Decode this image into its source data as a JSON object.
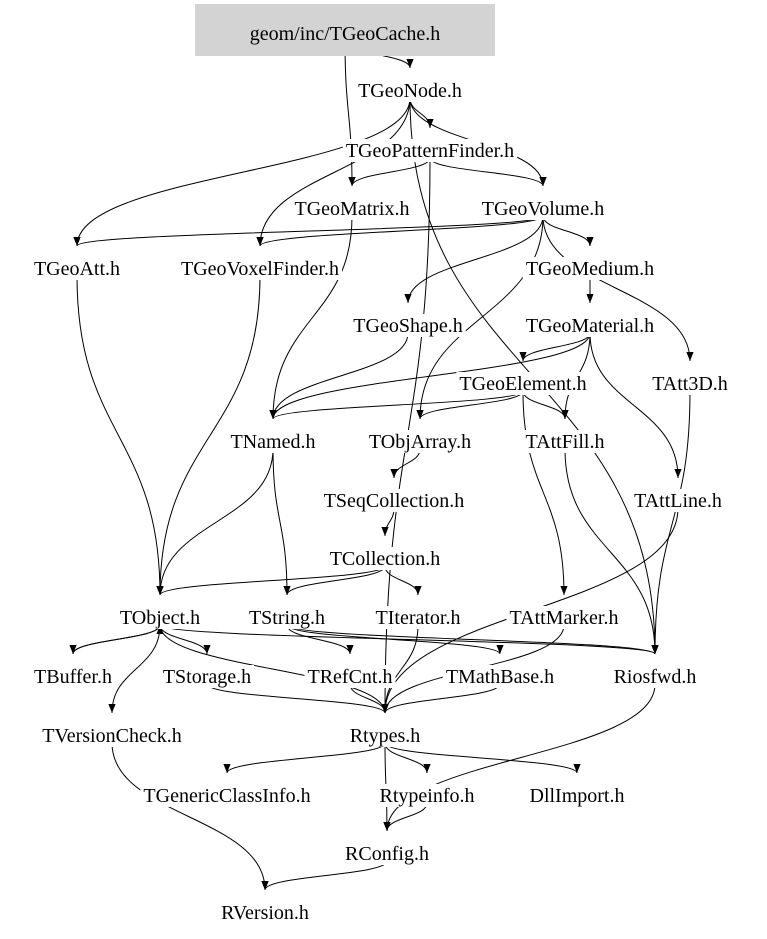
{
  "graph": {
    "root": "geom/inc/TGeoCache.h",
    "root_fill": "#d3d3d3",
    "nodes": [
      "geom/inc/TGeoCache.h",
      "TGeoNode.h",
      "TGeoPatternFinder.h",
      "TGeoMatrix.h",
      "TGeoVolume.h",
      "TGeoAtt.h",
      "TGeoVoxelFinder.h",
      "TGeoMedium.h",
      "TGeoShape.h",
      "TGeoMaterial.h",
      "TGeoElement.h",
      "TAtt3D.h",
      "TNamed.h",
      "TObjArray.h",
      "TAttFill.h",
      "TSeqCollection.h",
      "TAttLine.h",
      "TCollection.h",
      "TObject.h",
      "TString.h",
      "TIterator.h",
      "TAttMarker.h",
      "TBuffer.h",
      "TStorage.h",
      "TRefCnt.h",
      "TMathBase.h",
      "Riosfwd.h",
      "TVersionCheck.h",
      "Rtypes.h",
      "TGenericClassInfo.h",
      "Rtypeinfo.h",
      "DllImport.h",
      "RConfig.h",
      "RVersion.h"
    ],
    "edges": [
      [
        "geom/inc/TGeoCache.h",
        "TGeoNode.h"
      ],
      [
        "geom/inc/TGeoCache.h",
        "TGeoMatrix.h"
      ],
      [
        "TGeoNode.h",
        "TGeoPatternFinder.h"
      ],
      [
        "TGeoNode.h",
        "TGeoVolume.h"
      ],
      [
        "TGeoNode.h",
        "TGeoAtt.h"
      ],
      [
        "TGeoNode.h",
        "TGeoVoxelFinder.h"
      ],
      [
        "TGeoNode.h",
        "Riosfwd.h"
      ],
      [
        "TGeoPatternFinder.h",
        "TGeoMatrix.h"
      ],
      [
        "TGeoPatternFinder.h",
        "TGeoVolume.h"
      ],
      [
        "TGeoPatternFinder.h",
        "Rtypes.h"
      ],
      [
        "TGeoVolume.h",
        "TGeoMedium.h"
      ],
      [
        "TGeoVolume.h",
        "TGeoShape.h"
      ],
      [
        "TGeoVolume.h",
        "TGeoAtt.h"
      ],
      [
        "TGeoVolume.h",
        "TGeoVoxelFinder.h"
      ],
      [
        "TGeoVolume.h",
        "TAtt3D.h"
      ],
      [
        "TGeoVolume.h",
        "TObjArray.h"
      ],
      [
        "TGeoMatrix.h",
        "TNamed.h"
      ],
      [
        "TGeoAtt.h",
        "TObject.h"
      ],
      [
        "TGeoVoxelFinder.h",
        "TObject.h"
      ],
      [
        "TGeoMedium.h",
        "TGeoMaterial.h"
      ],
      [
        "TGeoShape.h",
        "TNamed.h"
      ],
      [
        "TGeoMaterial.h",
        "TGeoElement.h"
      ],
      [
        "TGeoMaterial.h",
        "TNamed.h"
      ],
      [
        "TGeoMaterial.h",
        "TAttFill.h"
      ],
      [
        "TGeoMaterial.h",
        "TAttLine.h"
      ],
      [
        "TGeoElement.h",
        "TNamed.h"
      ],
      [
        "TGeoElement.h",
        "TObjArray.h"
      ],
      [
        "TGeoElement.h",
        "TAttFill.h"
      ],
      [
        "TGeoElement.h",
        "TAttMarker.h"
      ],
      [
        "TAtt3D.h",
        "Riosfwd.h"
      ],
      [
        "TAttFill.h",
        "Riosfwd.h"
      ],
      [
        "TAttLine.h",
        "Rtypes.h"
      ],
      [
        "TObjArray.h",
        "TSeqCollection.h"
      ],
      [
        "TSeqCollection.h",
        "TCollection.h"
      ],
      [
        "TCollection.h",
        "TObject.h"
      ],
      [
        "TCollection.h",
        "TString.h"
      ],
      [
        "TCollection.h",
        "TIterator.h"
      ],
      [
        "TNamed.h",
        "TObject.h"
      ],
      [
        "TNamed.h",
        "TString.h"
      ],
      [
        "TObject.h",
        "TBuffer.h"
      ],
      [
        "TObject.h",
        "TStorage.h"
      ],
      [
        "TObject.h",
        "TVersionCheck.h"
      ],
      [
        "TObject.h",
        "Rtypes.h"
      ],
      [
        "TObject.h",
        "Riosfwd.h"
      ],
      [
        "TString.h",
        "TRefCnt.h"
      ],
      [
        "TString.h",
        "TMathBase.h"
      ],
      [
        "TString.h",
        "Riosfwd.h"
      ],
      [
        "TAttMarker.h",
        "Rtypes.h"
      ],
      [
        "TIterator.h",
        "Rtypes.h"
      ],
      [
        "TStorage.h",
        "Rtypes.h"
      ],
      [
        "TRefCnt.h",
        "Rtypes.h"
      ],
      [
        "TMathBase.h",
        "Rtypes.h"
      ],
      [
        "TBuffer.h",
        "TObject.h"
      ],
      [
        "Riosfwd.h",
        "RConfig.h"
      ],
      [
        "TVersionCheck.h",
        "RVersion.h"
      ],
      [
        "Rtypes.h",
        "TGenericClassInfo.h"
      ],
      [
        "Rtypes.h",
        "Rtypeinfo.h"
      ],
      [
        "Rtypes.h",
        "DllImport.h"
      ],
      [
        "Rtypes.h",
        "RConfig.h"
      ],
      [
        "Rtypeinfo.h",
        "RConfig.h"
      ],
      [
        "RConfig.h",
        "RVersion.h"
      ]
    ]
  }
}
